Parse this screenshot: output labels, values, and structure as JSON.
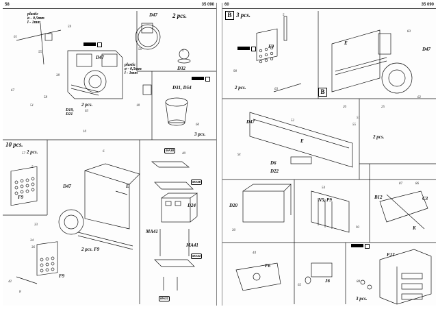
{
  "header": {
    "left_page_number": "58",
    "left_kit_code": "35 090",
    "right_page_number": "60",
    "right_kit_code": "35 090"
  },
  "left_page": {
    "plastic_note_1": "plastic\nø - 0,5mm\nl - 1mm",
    "plastic_note_2": "plastic\nø - 0,5mm\nl - 1mm",
    "part_d47_a": "D47",
    "part_d47_b": "D47",
    "qty_2pcs_a": "2 pcs.",
    "qty_2pcs_b": "2 pcs.",
    "qty_2pcs_c": "2 pcs.",
    "qty_3pcs": "3 pcs.",
    "part_d32": "D32",
    "part_d31_d54": "D31, D54",
    "part_d19_d21": "D19,\nD21",
    "section_10pcs": "10 pcs.",
    "part_f9_a": "F9",
    "part_f9_b": "F9",
    "part_d47_c": "D47",
    "part_e": "E",
    "qty_2pcs_f9": "2 pcs. F9",
    "part_d24": "D24",
    "part_ma41_a": "MA41",
    "part_ma41_b": "MA41",
    "badge_ma38": "MA38",
    "badge_ma35": "MA35",
    "badge_ma34": "MA34",
    "badge_ma31": "MA31",
    "nums": [
      "59",
      "61",
      "56",
      "55",
      "38",
      "67",
      "4",
      "51",
      "60",
      "58",
      "10",
      "63",
      "18",
      "57",
      "5",
      "6",
      "33",
      "34",
      "36",
      "42",
      "40",
      "8"
    ]
  },
  "right_page": {
    "section_b": "B",
    "section_b_qty": "3 pcs.",
    "box_b": "B",
    "part_f9": "F9",
    "part_e_a": "E",
    "part_d47_a": "D47",
    "qty_2pcs_a": "2 pcs.",
    "qty_2pcs_b": "2 pcs.",
    "part_d47_b": "D47",
    "part_e_b": "E",
    "part_d6": "D6",
    "part_d22": "D22",
    "part_d20": "D20",
    "part_n5_p9": "N5, P9",
    "part_b12": "B12",
    "part_c3": "C3",
    "part_k": "K",
    "part_f6": "F6",
    "part_j6": "J6",
    "part_f12": "F12",
    "qty_3pcs": "3 pcs.",
    "nums": [
      "5",
      "83",
      "90",
      "63",
      "62",
      "26",
      "25",
      "55",
      "52",
      "91",
      "51",
      "54",
      "93",
      "30",
      "87",
      "86",
      "44",
      "62",
      "88"
    ]
  }
}
